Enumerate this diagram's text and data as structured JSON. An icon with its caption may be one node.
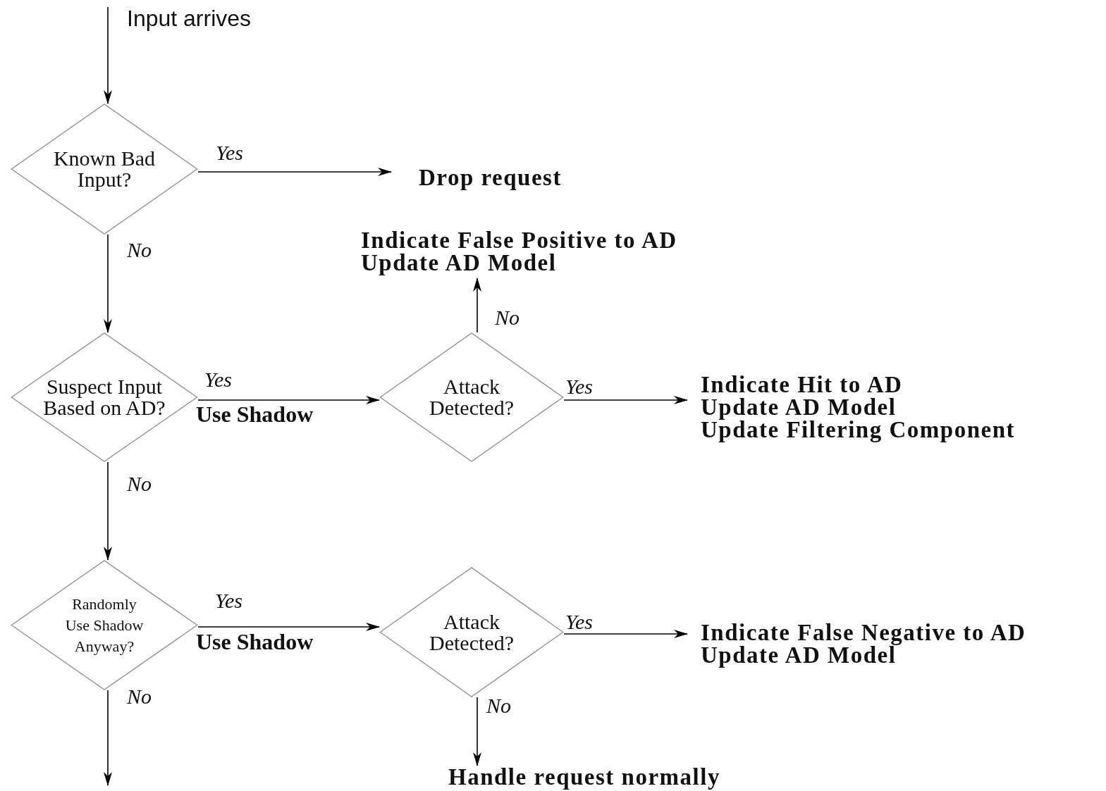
{
  "diagram": {
    "nodes": [
      {
        "text": [
          "Known Bad Input?"
        ]
      },
      {
        "text": [
          "Drop request"
        ]
      },
      {
        "text": [
          "Suspect Input Based on AD?"
        ]
      },
      {
        "text": [
          "Indicate False Positive to AD",
          "Update AD Model"
        ]
      },
      {
        "text": [
          "Attack Detected?"
        ]
      },
      {
        "text": [
          "Indicate Hit to AD",
          "Update AD Model",
          "Update Filtering Component"
        ]
      },
      {
        "text": [
          "Randomly Use Shadow Anyway?"
        ]
      },
      {
        "text": [
          "Attack Detected?"
        ]
      },
      {
        "text": [
          "Indicate False Negative to AD",
          "Update AD Model"
        ]
      },
      {
        "text": [
          "Handle request normally"
        ]
      }
    ],
    "edges": [
      {
        "from": null,
        "to": 0,
        "arrow": "to"
      },
      {
        "from": 0,
        "to": 1,
        "label": "Yes",
        "arrow": "to"
      },
      {
        "from": 0,
        "to": 2,
        "label": "No",
        "arrow": "to"
      },
      {
        "from": 2,
        "to": 4,
        "label": "Yes",
        "arrow": "to"
      },
      {
        "from": 4,
        "to": 3,
        "label": "No",
        "arrow": "to"
      },
      {
        "from": 4,
        "to": 5,
        "label": "Yes",
        "arrow": "to"
      },
      {
        "from": 2,
        "to": 6,
        "label": "No",
        "arrow": "to"
      },
      {
        "from": 6,
        "to": 7,
        "label": "Yes",
        "arrow": "to"
      },
      {
        "from": 7,
        "to": 8,
        "label": "Yes",
        "arrow": "to"
      },
      {
        "from": 7,
        "to": 9,
        "label": "No",
        "arrow": "to"
      },
      {
        "from": 6,
        "to": null,
        "label": "No",
        "arrow": "to"
      }
    ],
    "labels": [
      "Input arrives",
      "Use Shadow",
      "Use Shadow"
    ]
  }
}
